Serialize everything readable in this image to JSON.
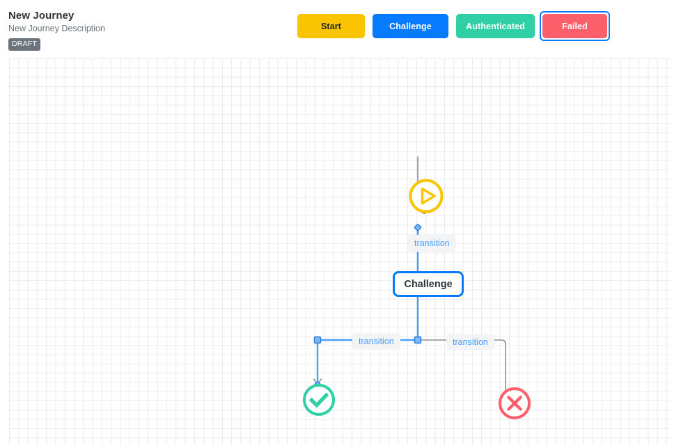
{
  "header": {
    "title": "New Journey",
    "subtitle": "New Journey Description",
    "status_badge": "DRAFT"
  },
  "state_buttons": [
    {
      "label": "Start",
      "color": "#fac400",
      "text_color": "#212529",
      "selected": false
    },
    {
      "label": "Challenge",
      "color": "#077bff",
      "text_color": "#ffffff",
      "selected": false
    },
    {
      "label": "Authenticated",
      "color": "#31cfa5",
      "text_color": "#ffffff",
      "selected": false
    },
    {
      "label": "Failed",
      "color": "#fb5f6a",
      "text_color": "#ffffff",
      "selected": true
    }
  ],
  "canvas": {
    "nodes": [
      {
        "id": "start",
        "type": "start-play-icon",
        "label": "",
        "color": "#fac400"
      },
      {
        "id": "challenge",
        "type": "state-box",
        "label": "Challenge",
        "color": "#077bff"
      },
      {
        "id": "success",
        "type": "success-check-icon",
        "label": "",
        "color": "#31cfa5"
      },
      {
        "id": "failed",
        "type": "failure-x-icon",
        "label": "",
        "color": "#fb5f6a"
      }
    ],
    "edges": [
      {
        "id": "e1",
        "from": "start",
        "to": "challenge",
        "label": "transition",
        "selected": false,
        "color": "#8a8f94"
      },
      {
        "id": "e2",
        "from": "challenge",
        "to": "success",
        "label": "transition",
        "selected": true,
        "color": "#4a9dfb"
      },
      {
        "id": "e3",
        "from": "challenge",
        "to": "failed",
        "label": "transition",
        "selected": false,
        "color": "#8a8f94"
      }
    ],
    "grid": "on",
    "accent": "#077bff"
  }
}
